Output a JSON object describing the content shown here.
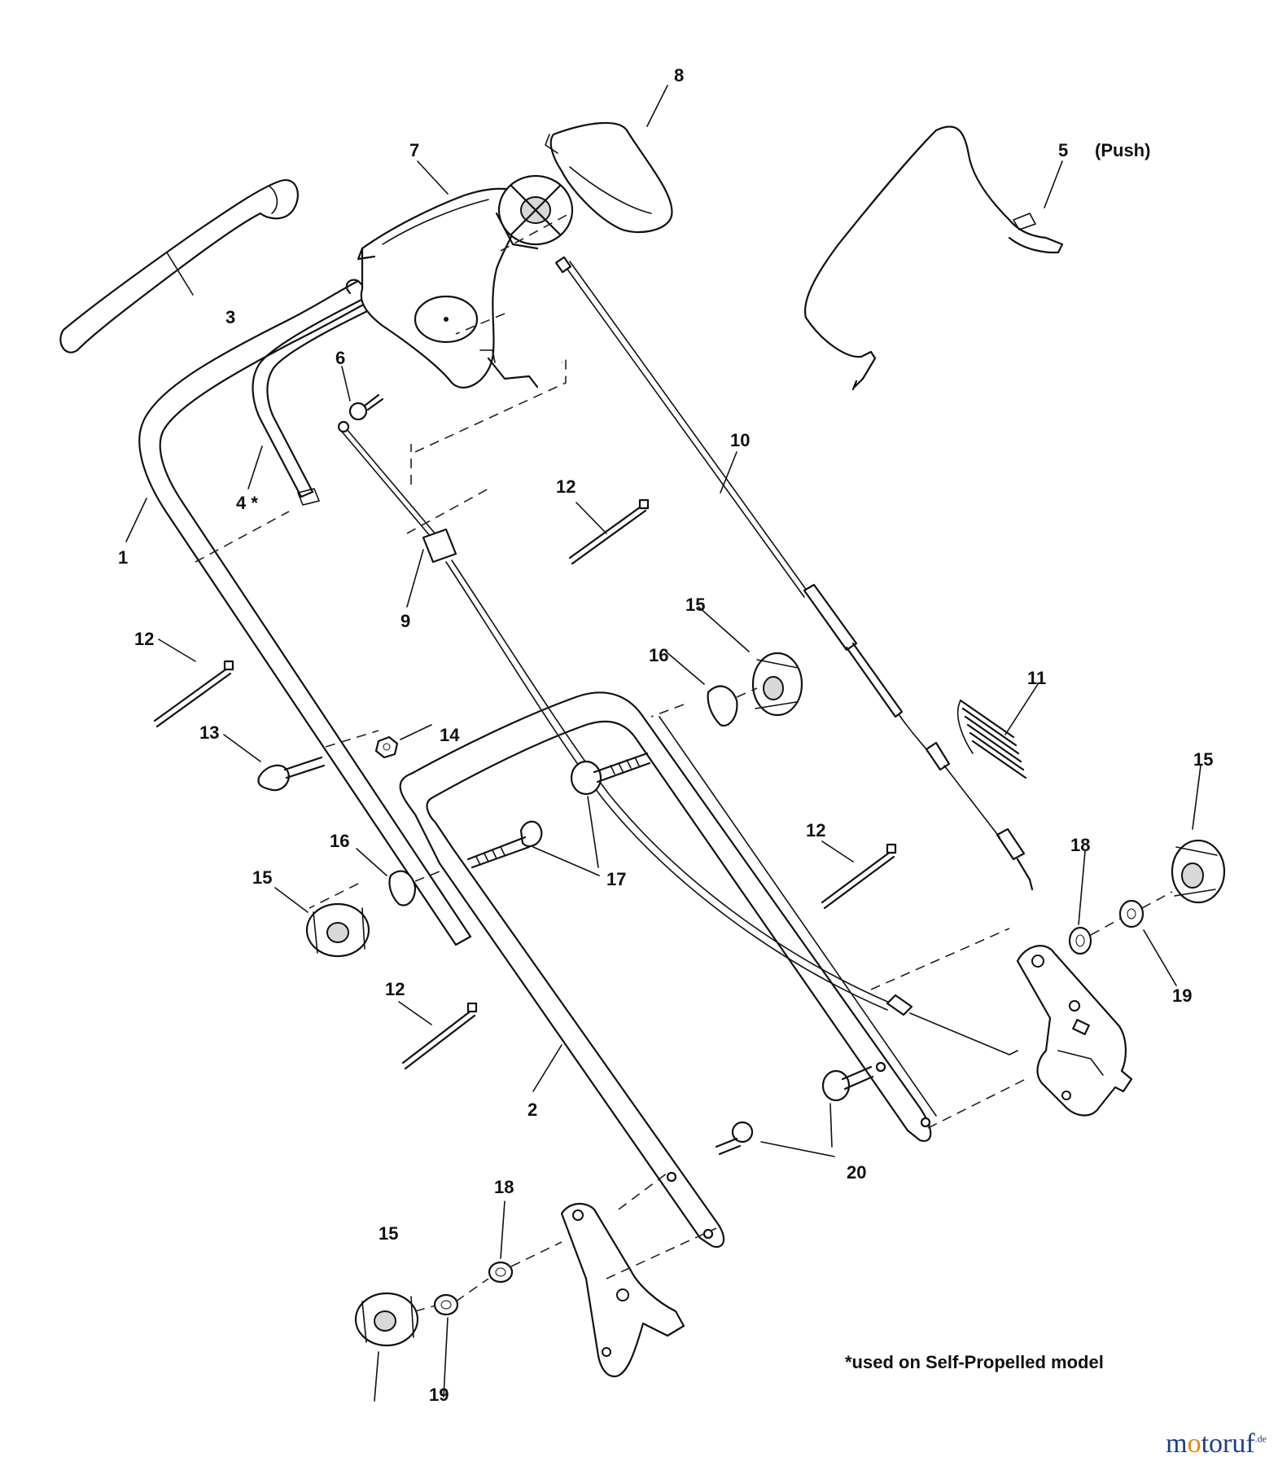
{
  "callouts": [
    "1",
    "2",
    "3",
    "4 *",
    "5",
    "(Push)",
    "6",
    "7",
    "8",
    "9",
    "10",
    "11",
    "12",
    "13",
    "14",
    "15",
    "16",
    "17",
    "18",
    "19",
    "20"
  ],
  "labels": {
    "l1": "1",
    "l2": "2",
    "l3": "3",
    "l4": "4 *",
    "l5": "5",
    "push": "(Push)",
    "l6": "6",
    "l7": "7",
    "l8": "8",
    "l9": "9",
    "l10": "10",
    "l11": "11",
    "l12": "12",
    "l13": "13",
    "l14": "14",
    "l15": "15",
    "l16": "16",
    "l17": "17",
    "l18": "18",
    "l19": "19",
    "l20": "20"
  },
  "footnote": "*used on Self-Propelled model",
  "brand": {
    "pre": "m",
    "o": "o",
    "post": "toruf",
    "tld": ".de"
  }
}
